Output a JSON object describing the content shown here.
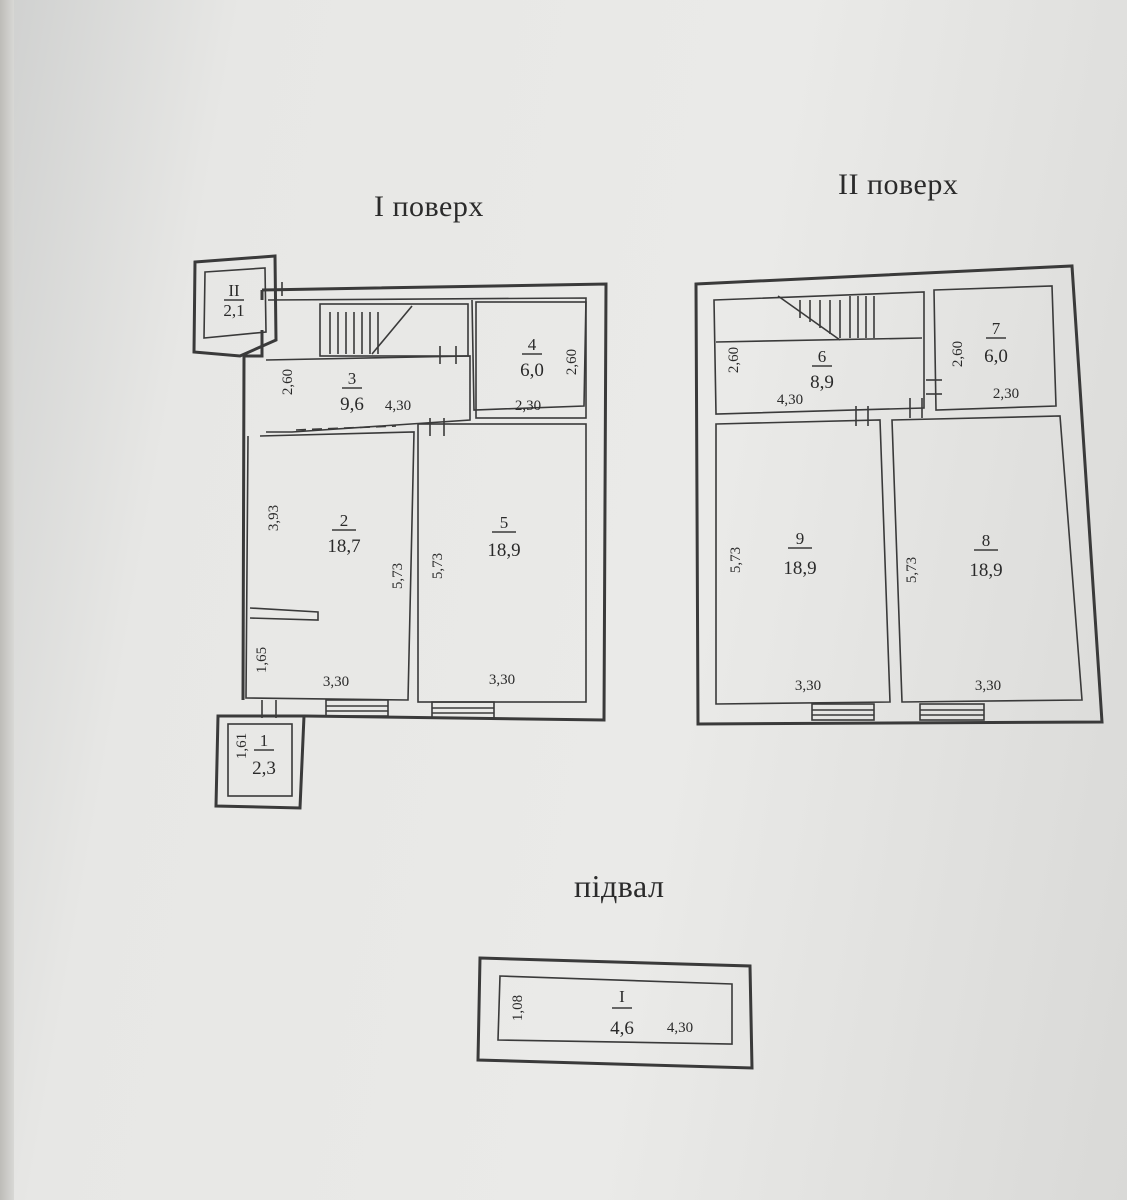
{
  "floor1": {
    "title": "I поверх",
    "rooms": [
      {
        "number": "II",
        "area": "2,1"
      },
      {
        "number": "3",
        "area": "9,6"
      },
      {
        "number": "4",
        "area": "6,0"
      },
      {
        "number": "2",
        "area": "18,7"
      },
      {
        "number": "5",
        "area": "18,9"
      },
      {
        "number": "1",
        "area": "2,3"
      }
    ],
    "dims": {
      "r3_height": "2,60",
      "r3_width": "4,30",
      "r4_height": "2,60",
      "r4_width": "2,30",
      "r2_upper": "3,93",
      "r2_right": "5,73",
      "r2_lower": "1,65",
      "r2_width": "3,30",
      "r5_height": "5,73",
      "r5_width": "3,30",
      "r1_height": "1,61"
    }
  },
  "floor2": {
    "title": "II поверх",
    "rooms": [
      {
        "number": "6",
        "area": "8,9"
      },
      {
        "number": "7",
        "area": "6,0"
      },
      {
        "number": "9",
        "area": "18,9"
      },
      {
        "number": "8",
        "area": "18,9"
      }
    ],
    "dims": {
      "r6_height": "2,60",
      "r6_width": "4,30",
      "r7_height": "2,60",
      "r7_width": "2,30",
      "r9_height": "5,73",
      "r9_width": "3,30",
      "r8_height": "5,73",
      "r8_width": "3,30"
    }
  },
  "basement": {
    "title": "підвал",
    "rooms": [
      {
        "number": "I",
        "area": "4,6"
      }
    ],
    "dims": {
      "height": "1,08",
      "width": "4,30"
    }
  }
}
